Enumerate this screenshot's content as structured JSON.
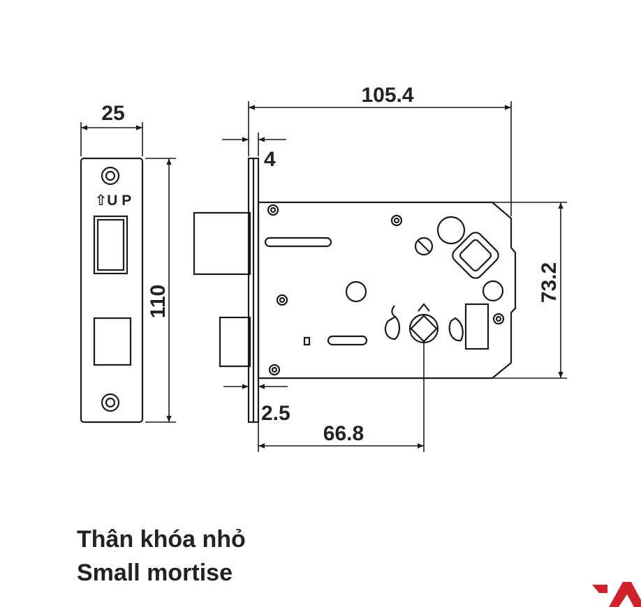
{
  "dimensions": {
    "faceplate_width": "25",
    "faceplate_height": "110",
    "body_length": "105.4",
    "faceplate_thickness": "4",
    "plate_offset": "2.5",
    "backset": "66.8",
    "body_height": "73.2"
  },
  "faceplate": {
    "up_marking": "⇧U P"
  },
  "caption": {
    "vietnamese": "Thân khóa nhỏ",
    "english": "Small mortise"
  },
  "colors": {
    "line": "#1a1a1a",
    "logo": "#d0202a"
  }
}
